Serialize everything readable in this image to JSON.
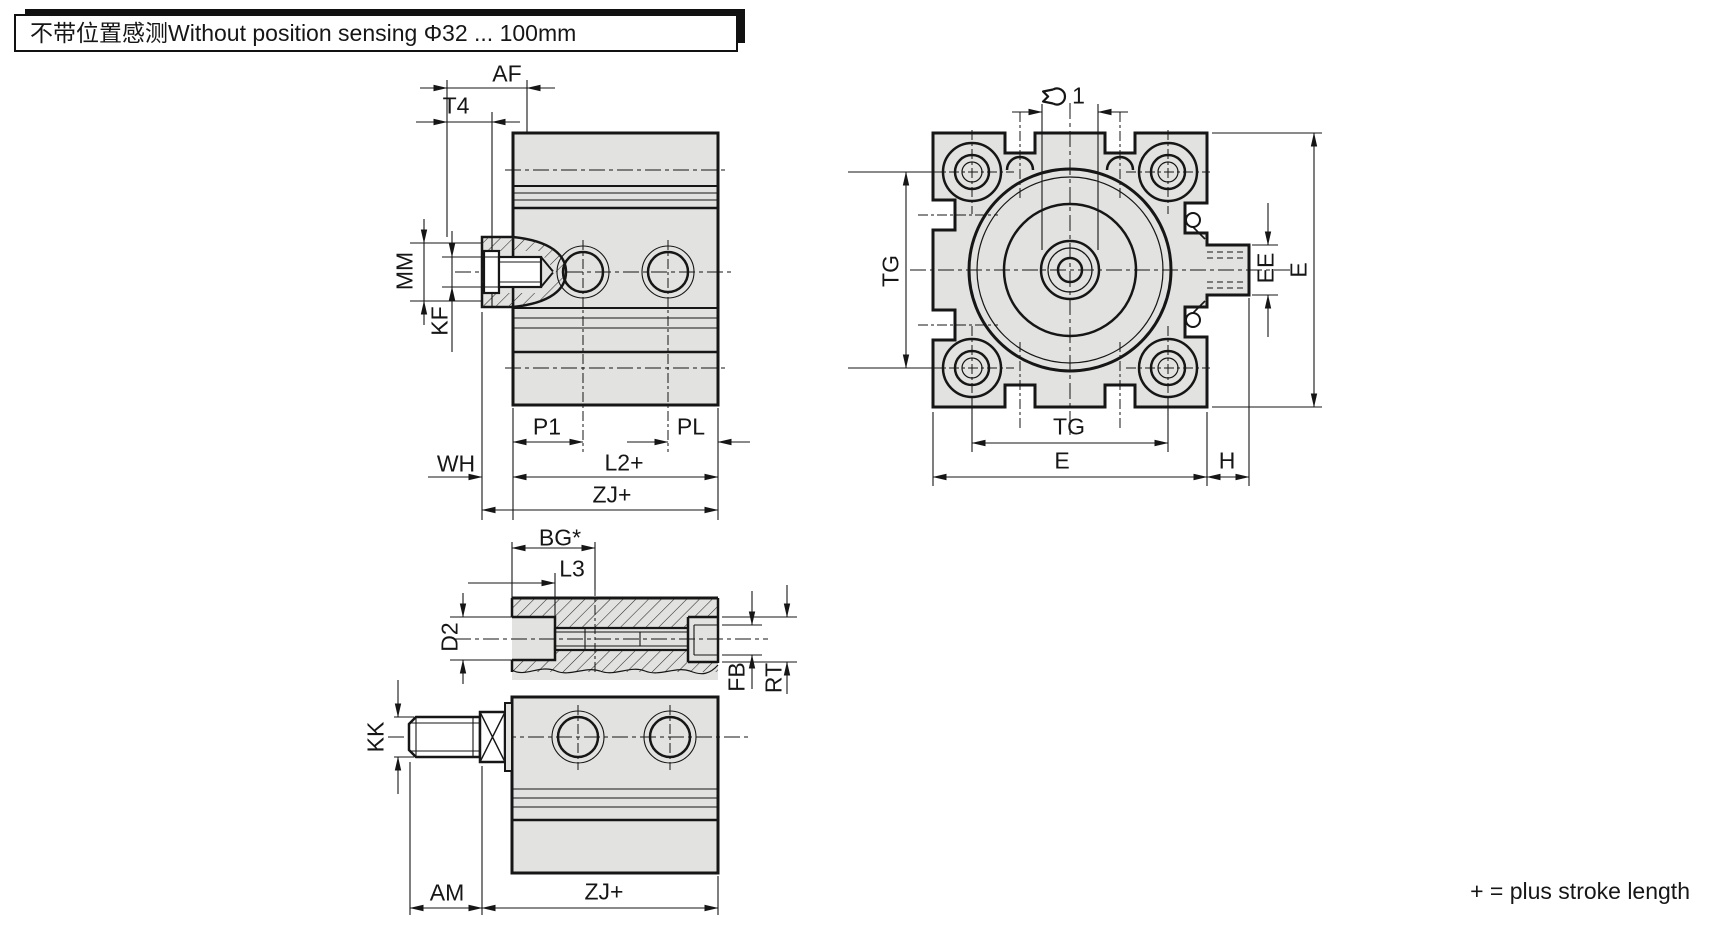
{
  "title": "不带位置感测Without position sensing Φ32 ... 100mm",
  "footnote": "+ = plus stroke length",
  "colors": {
    "line": "#161616",
    "body_fill": "#e2e2e0",
    "background": "#ffffff"
  },
  "views": {
    "side": {
      "name": "Side view with rod end thread",
      "labels": {
        "af": "AF",
        "t4": "T4",
        "mm": "MM",
        "kf": "KF",
        "p1": "P1",
        "pl": "PL",
        "wh": "WH",
        "l2_plus": "L2+",
        "zj_plus": "ZJ+"
      }
    },
    "front": {
      "name": "Front view",
      "labels": {
        "c1_value": "1",
        "tg_left": "TG",
        "tg_bottom": "TG",
        "e_bottom": "E",
        "h": "H",
        "ee": "EE",
        "e_right": "E"
      }
    },
    "section": {
      "name": "Sectional view through-rod variant",
      "labels": {
        "bg": "BG*",
        "l3": "L3",
        "d2": "D2",
        "kk": "KK",
        "fb": "FB",
        "rt": "RT",
        "am": "AM",
        "zj_plus": "ZJ+"
      }
    }
  },
  "icons": {
    "c1_wrench": "wrench-flats-icon"
  }
}
